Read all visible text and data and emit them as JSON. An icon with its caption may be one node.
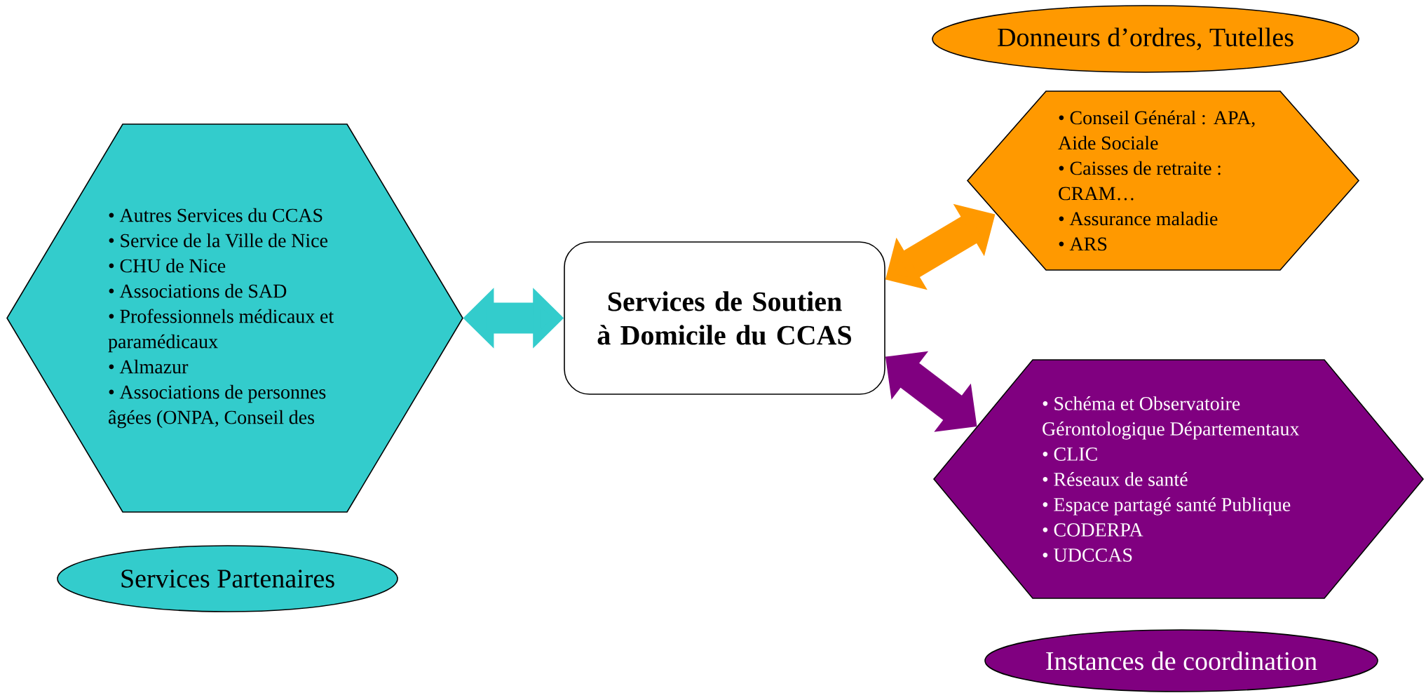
{
  "diagram": {
    "nodes": [
      {
        "text": [
          "• Autres Services du CCAS",
          "• Service de la Ville de Nice",
          "• CHU de Nice",
          "• Associations de SAD",
          "• Professionnels médicaux et paramédicaux",
          "• Almazur",
          "• Associations de personnes âgées (ONPA, Conseil des"
        ]
      },
      {
        "text": [
          "Services Partenaires"
        ]
      },
      {
        "text": [
          "Services de Soutien à Domicile du CCAS"
        ]
      },
      {
        "text": [
          "Donneurs d’ordres, Tutelles"
        ]
      },
      {
        "text": [
          "• Conseil Général : APA, Aide Sociale",
          "• Caisses de retraite : CRAM…",
          "• Assurance maladie",
          "• ARS"
        ]
      },
      {
        "text": [
          "• Schéma et Observatoire Gérontologique Départementaux",
          "• CLIC",
          "• Réseaux de santé",
          "• Espace partagé santé Publique",
          "• CODERPA",
          "• UDCCAS"
        ]
      },
      {
        "text": [
          "Instances de coordination"
        ]
      }
    ],
    "edges": [
      {
        "from": 0,
        "to": 2,
        "arrow": "both",
        "color": "#33cccc"
      },
      {
        "from": 2,
        "to": 4,
        "arrow": "both",
        "color": "#ff9900"
      },
      {
        "from": 2,
        "to": 5,
        "arrow": "both",
        "color": "#800080"
      }
    ]
  }
}
